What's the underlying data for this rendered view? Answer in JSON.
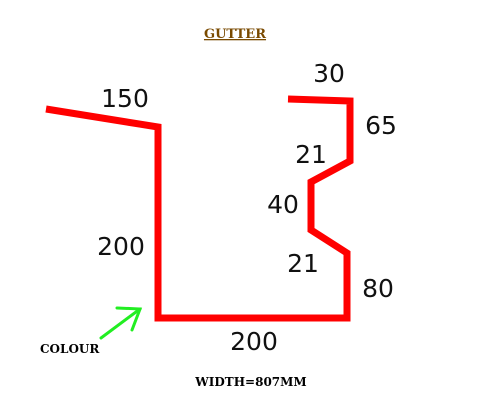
{
  "title": "GUTTER",
  "colour_label": "COLOUR",
  "width_label": "WIDTH=807MM",
  "dimensions": {
    "top_left_flange": "150",
    "left_wall": "200",
    "base": "200",
    "top_right_flange": "30",
    "right_upper": "65",
    "right_slant_upper": "21",
    "right_middle": "40",
    "right_slant_lower": "21",
    "right_lower": "80"
  },
  "colors": {
    "profile": "#ff0000",
    "arrow": "#22ee22",
    "title": "#7a4a00",
    "text": "#111111"
  }
}
